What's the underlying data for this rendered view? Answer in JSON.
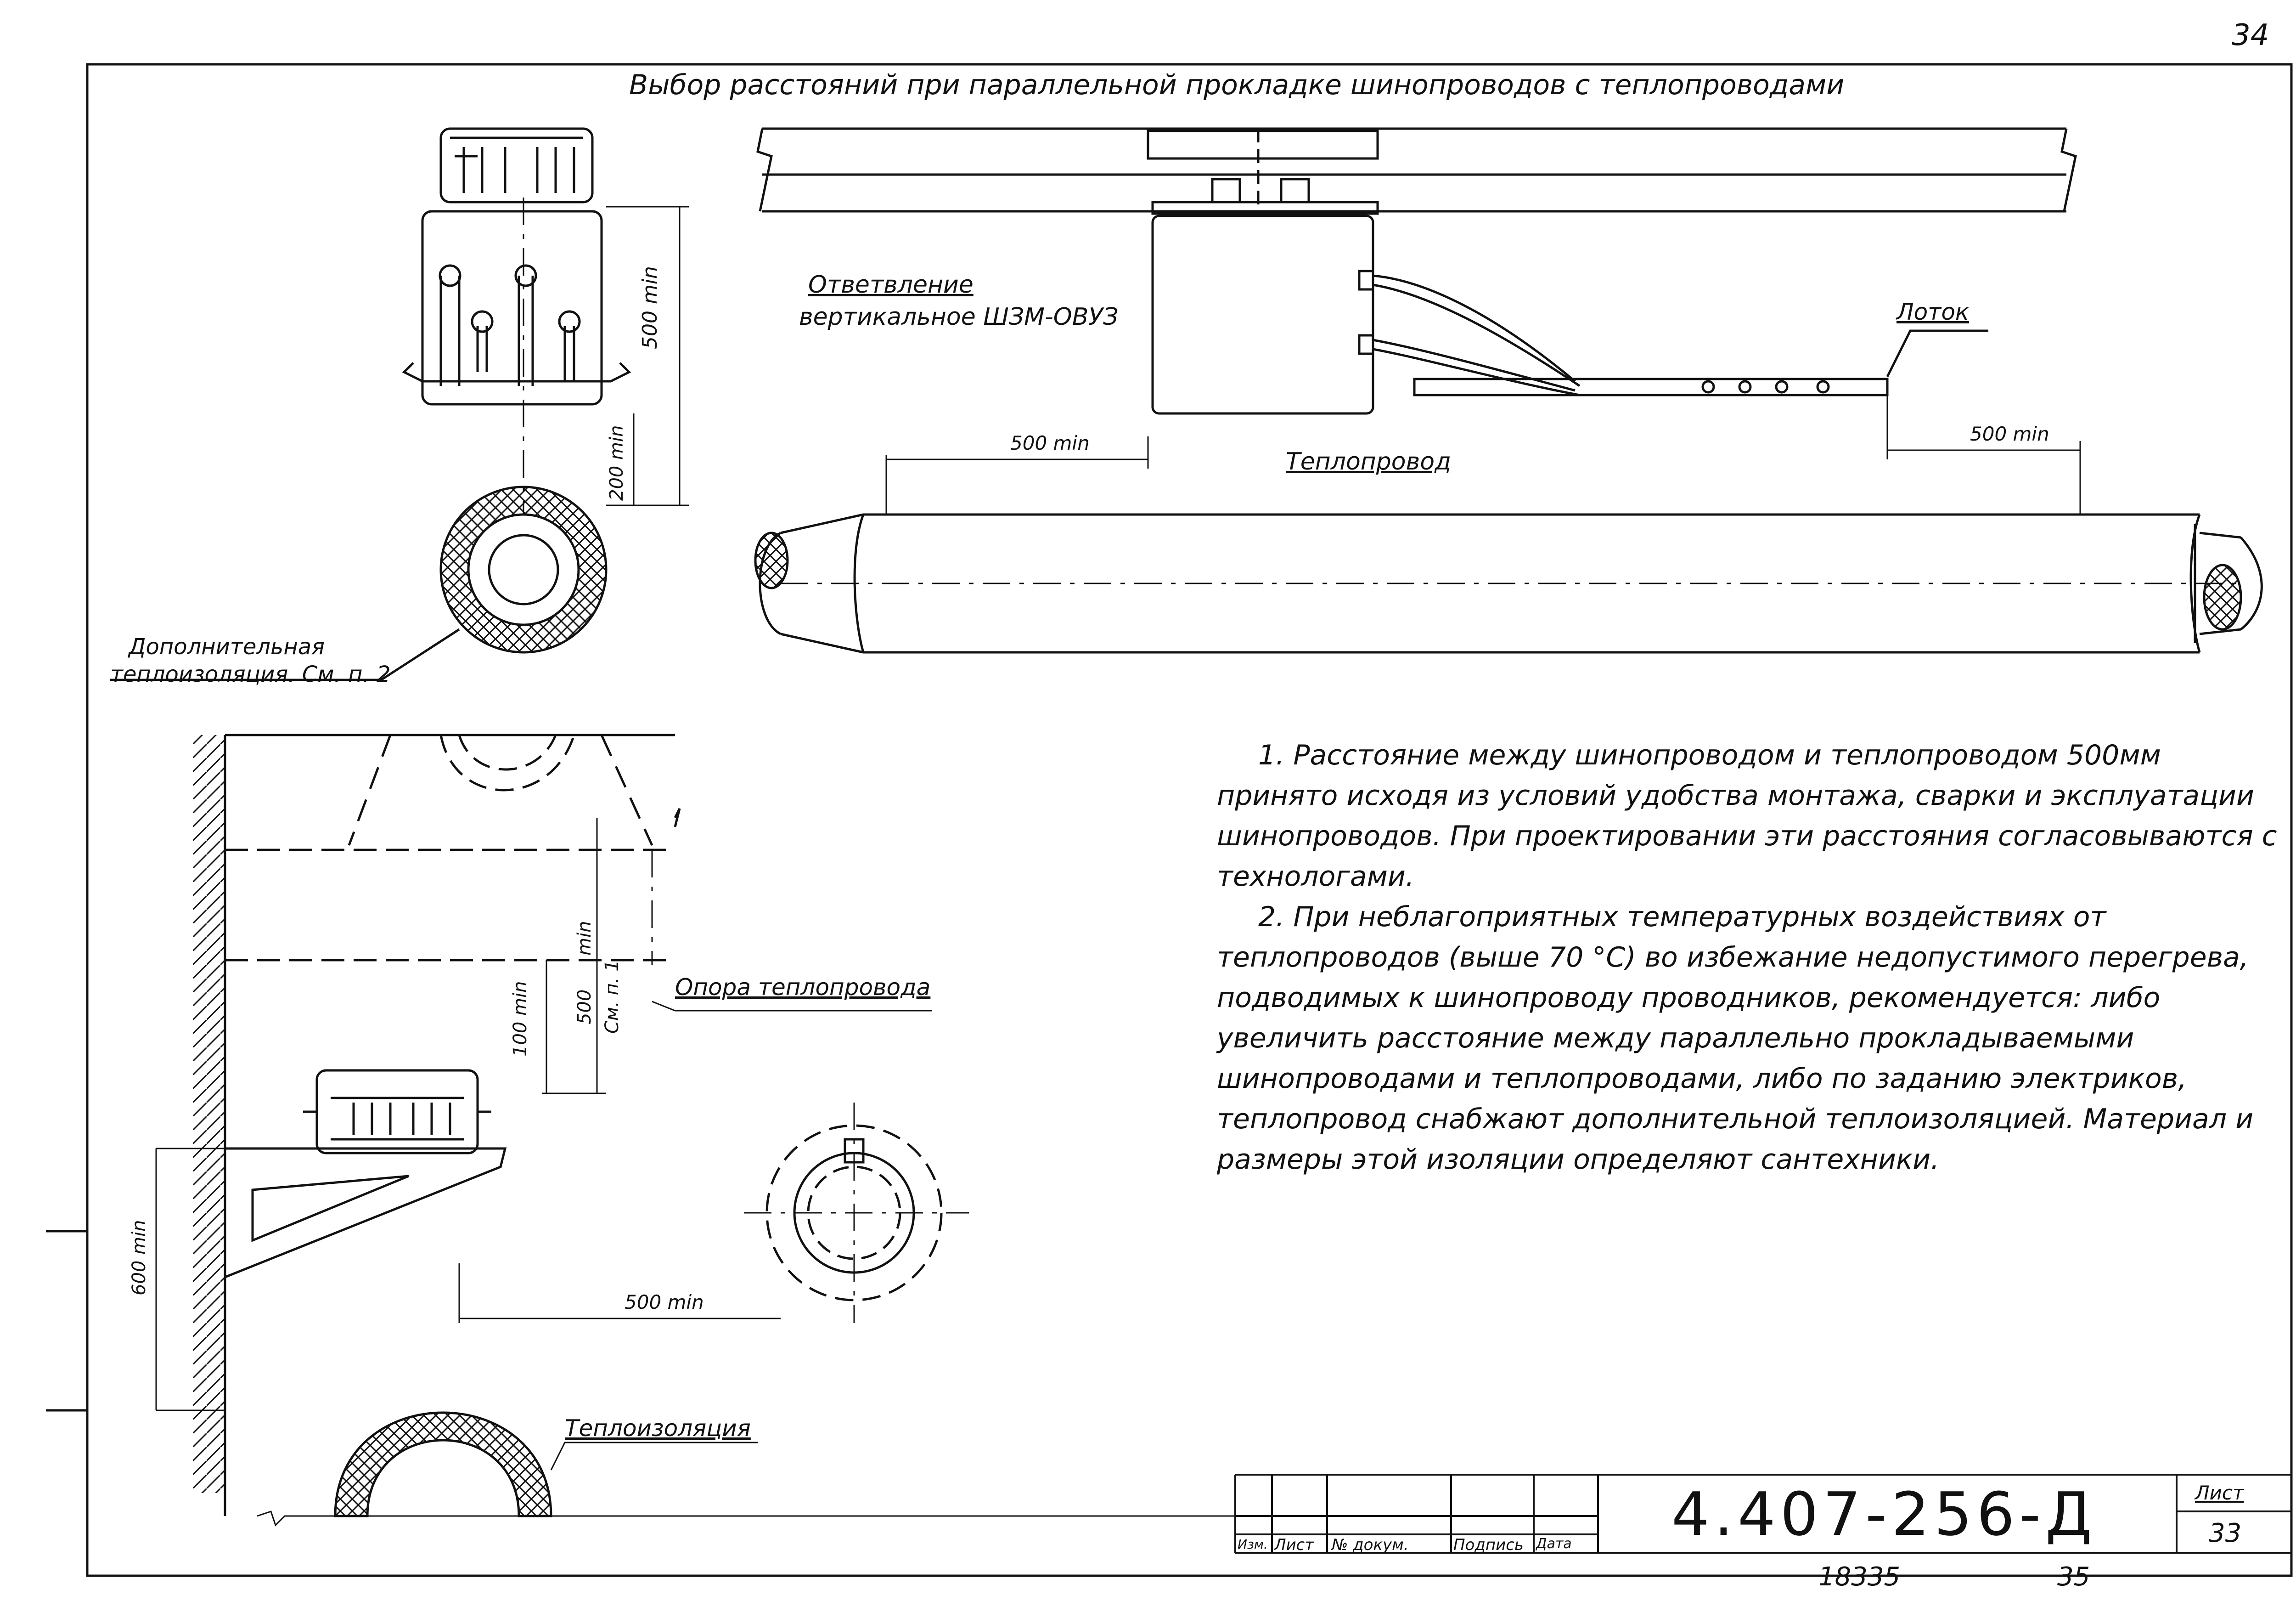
{
  "page_number": "34",
  "title": "Выбор расстояний при параллельной прокладке шинопроводов с теплопроводами",
  "labels": {
    "branch_line1": "Ответвление",
    "branch_line2": "вертикальное ШЗМ-ОВУЗ",
    "tray": "Лоток",
    "heat_pipe": "Теплопровод",
    "extra_insulation_line1": "Дополнительная",
    "extra_insulation_line2": "теплоизоляция. См. п. 2",
    "pipe_support": "Опора теплопровода",
    "insulation": "Теплоизоляция"
  },
  "dimensions": {
    "d500_vertical": "500 min",
    "d200": "200 min",
    "d500_left": "500 min",
    "d500_right": "500 min",
    "d500_see": "500",
    "d500_see_min": "min",
    "see_note": "См. п. 1",
    "d100": "100 min",
    "d600": "600 min",
    "d500_bottom": "500 min"
  },
  "notes": [
    "1. Расстояние между шинопроводом и теплопроводом 500мм принято исходя из условий удобства монтажа, сварки и эксплуатации шинопроводов. При проектировании эти расстояния согласовываются с технологами.",
    "2. При неблагоприятных температурных воздействиях от теплопроводов (выше 70 °С) во избежание недопустимого перегрева, подводимых к шинопроводу проводников, рекомендуется: либо увеличить расстояние между параллельно прокладываемыми шинопроводами и теплопроводами, либо по заданию электриков, теплопровод снабжают дополнительной теплоизоляцией. Материал и размеры этой изоляции определяют сантехники."
  ],
  "title_block": {
    "doc_code": "4.407-256-Д",
    "sheet_label": "Лист",
    "sheet_number": "33",
    "col_izm": "Изм.",
    "col_list": "Лист",
    "col_doc": "№ докум.",
    "col_sign": "Подпись",
    "col_date": "Дата",
    "inventory": "18335",
    "inventory_sheet": "35"
  }
}
